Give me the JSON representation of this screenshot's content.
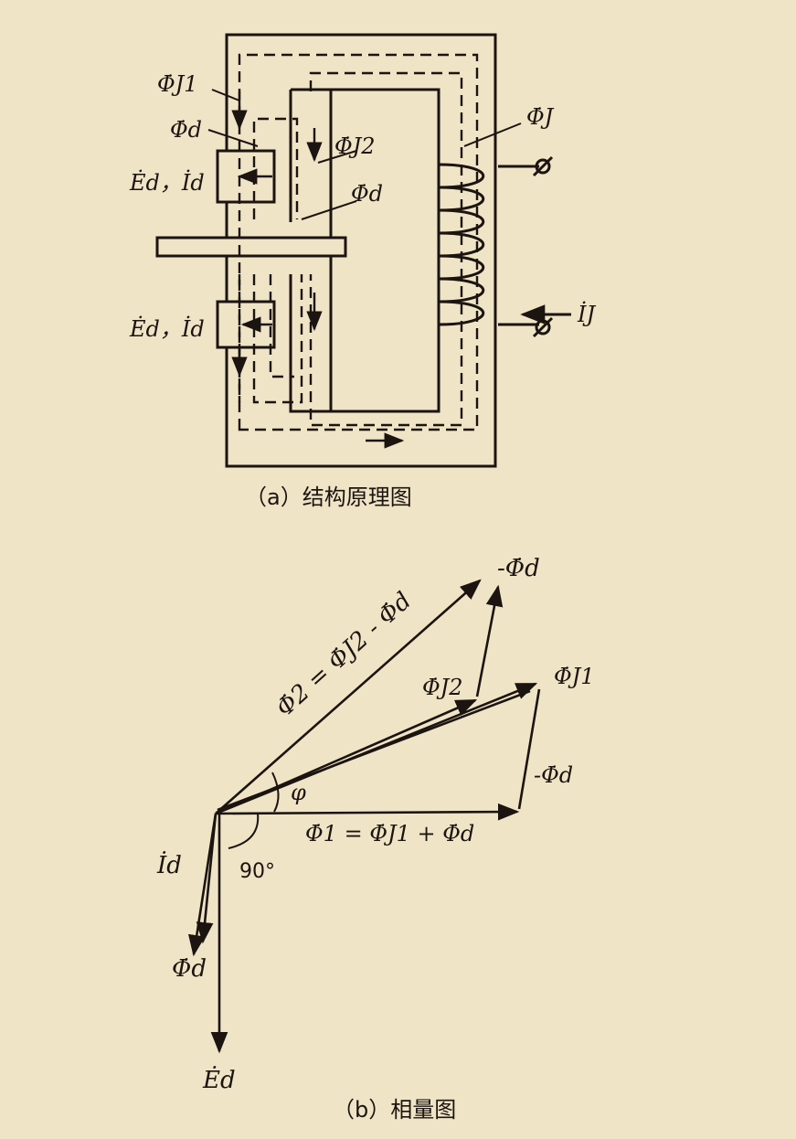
{
  "figure_a": {
    "caption": "（a）结构原理图",
    "labels": {
      "phi_j1": "Φ̇J1",
      "phi_d_top": "Φ̇d",
      "ed_id_top": "Ėd，İd",
      "phi_j2": "Φ̇J2",
      "phi_d_mid": "Φ̇d",
      "phi_j": "Φ̇J",
      "ed_id_bottom": "Ėd，İd",
      "ij": "İJ"
    }
  },
  "figure_b": {
    "caption": "（b）相量图",
    "labels": {
      "neg_phi_d_top": "-Φ̇d",
      "phi2_eq": "Φ̇2 = Φ̇J2 - Φ̇d",
      "phi_j2": "Φ̇J2",
      "phi_j1": "Φ̇J1",
      "phi_angle": "φ",
      "neg_phi_d_right": "-Φ̇d",
      "phi1_eq": "Φ̇1 = Φ̇J1 + Φ̇d",
      "id": "İd",
      "angle_90": "90°",
      "phi_d": "Φ̇d",
      "ed": "Ėd"
    }
  },
  "colors": {
    "ink": "#1b1410",
    "paper": "#efe4c6"
  }
}
